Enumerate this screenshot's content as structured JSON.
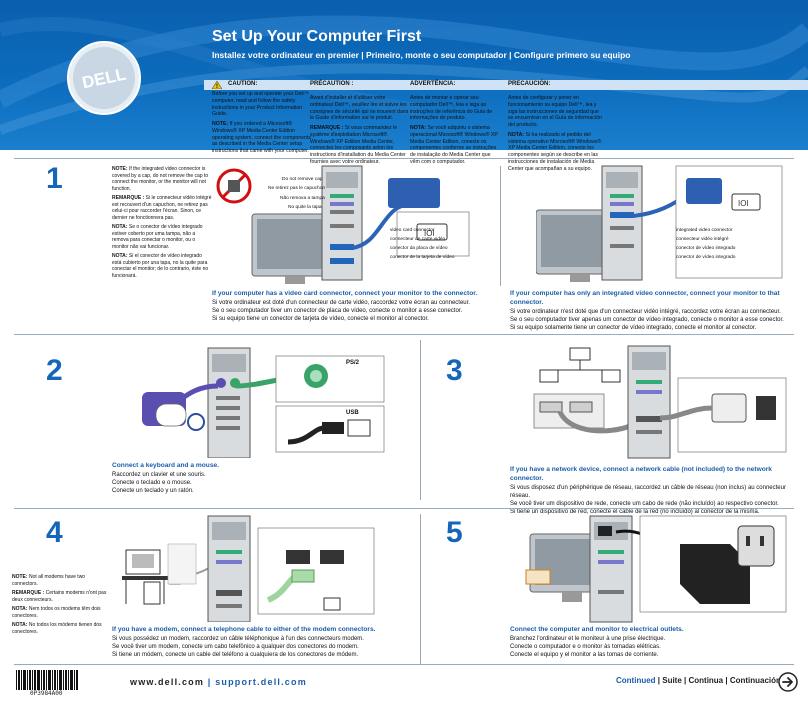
{
  "header": {
    "title": "Set Up Your Computer First",
    "subtitle": "Installez votre ordinateur en premier | Primeiro, monte o seu computador | Configure primero su equipo",
    "logo_text": "DELL"
  },
  "warnings": [
    {
      "heading": "CAUTION:",
      "body": "Before you set up and operate your Dell™ computer, read and follow the safety instructions in your Product Information Guide.",
      "note_label": "NOTE:",
      "note": "If you ordered a Microsoft® Windows® XP Media Center Edition operating system, connect the components as described in the Media Center setup instructions that came with your computer."
    },
    {
      "heading": "PRÉCAUTION :",
      "body": "Avant d'installer et d'utiliser votre ordinateur Dell™, veuillez lire et suivre les consignes de sécurité qui se trouvent dans le Guide d'information sur le produit.",
      "note_label": "REMARQUE :",
      "note": "Si vous commandez le système d'exploitation Microsoft® Windows® XP Edition Media Center, connectez les composants selon les instructions d'installation du Media Center fournies avec votre ordinateur."
    },
    {
      "heading": "ADVERTÊNCIA:",
      "body": "Antes de montar e operar seu computador Dell™, leia e siga as instruções de referência do Guia de informações do produto.",
      "note_label": "NOTA:",
      "note": "Se você adquiriu o sistema operacional Microsoft® Windows® XP Media Center Edition, conecte os componentes conforme as instruções de instalação do Media Center que vêm com o computador."
    },
    {
      "heading": "PRECAUCIÓN:",
      "body": "Antes de configurar y poner en funcionamiento su equipo Dell™, lea y siga las instrucciones de seguridad que se encuentran en el Guía de información del producto.",
      "note_label": "NOTA:",
      "note": "Si ha realizado el pedido del sistema operativo Microsoft® Windows® XP Media Center Edition, conecte los componentes según se describe en las instrucciones de instalación de Media Center que acompañan a su equipo."
    }
  ],
  "step1": {
    "number": "1",
    "notes": [
      {
        "label": "NOTE:",
        "text": "If the integrated video connector is covered by a cap, do not remove the cap to connect the monitor, or the monitor will not function."
      },
      {
        "label": "REMARQUE :",
        "text": "Si le connecteur vidéo intégré est recouvert d'un capuchon, ne retirez pas celui-ci pour raccorder l'écran. Sinon, ce dernier ne fonctionnera pas."
      },
      {
        "label": "NOTA:",
        "text": "Se o conector de vídeo integrado estiver coberto por uma tampa, não a remova para conectar o monitor, ou o monitor não vai funcionar."
      },
      {
        "label": "NOTA:",
        "text": "Si el conector de vídeo integrado está cubierto por una tapa, no la quite para conectar el monitor; de lo contrario, éste no funcionará."
      }
    ],
    "cap_labels": [
      "Do not remove cap",
      "Ne retirez pas le capuchon",
      "Não remova a tampa",
      "No quite la tapa"
    ],
    "card_labels": [
      "video card connector",
      "connecteur de carte vidéo",
      "conector da placa de vídeo",
      "conector de la tarjeta de vídeo"
    ],
    "integrated_labels": [
      "integrated video connector",
      "connecteur vidéo intégré",
      "conector de vídeo integrado",
      "conector de vídeo integrado"
    ],
    "caption_left": {
      "lead": "If your computer has a video card connector, connect your monitor to the connector.",
      "lines": [
        "Si votre ordinateur est doté d'un connecteur de carte vidéo, raccordez votre écran au connecteur.",
        "Se o seu computador tiver um conector de placa de vídeo, conecte o monitor a esse conector.",
        "Si su equipo tiene un conector de tarjeta de vídeo, conecte el monitor al conector."
      ]
    },
    "caption_right": {
      "lead": "If your computer has only an integrated video connector, connect your monitor to that connector.",
      "lines": [
        "Si votre ordinateur n'est doté que d'un connecteur vidéo intégré, raccordez votre écran au connecteur.",
        "Se o seu computador tiver apenas um conector de vídeo integrado, conecte o monitor a esse conector.",
        "Si su equipo solamente tiene un conector de vídeo integrado, conecte el monitor al conector."
      ]
    }
  },
  "step2": {
    "number": "2",
    "ps2_label": "PS/2",
    "usb_label": "USB",
    "caption": {
      "lead": "Connect a keyboard and a mouse.",
      "lines": [
        "Raccordez un clavier et une souris.",
        "Conecte o teclado e o mouse.",
        "Conecte un teclado y un ratón."
      ]
    }
  },
  "step3": {
    "number": "3",
    "caption": {
      "lead": "If you have a network device, connect a network cable (not included) to the network connector.",
      "lines": [
        "Si vous disposez d'un périphérique de réseau, raccordez un câble de réseau (non inclus) au connecteur réseau.",
        "Se você tiver um dispositivo de rede, conecte um cabo de rede (não incluído) ao respectivo conector.",
        "Si tiene un dispositivo de red, conecte el cable de la red (no incluido) al conector de la misma."
      ]
    }
  },
  "step4": {
    "number": "4",
    "notes": [
      {
        "label": "NOTE:",
        "text": "Not all modems have two connectors."
      },
      {
        "label": "REMARQUE :",
        "text": "Certains modems n'ont pas deux connecteurs."
      },
      {
        "label": "NOTA:",
        "text": "Nem todos os modems têm dois conectores."
      },
      {
        "label": "NOTA:",
        "text": "No todos los módems tienen dos conectores."
      }
    ],
    "caption": {
      "lead": "If you have a modem, connect a telephone cable to either of the modem connectors.",
      "lines": [
        "Si vous possédez un modem, raccordez un câble téléphonique à l'un des connecteurs modem.",
        "Se você tiver um modem, conecte um cabo telefônico a qualquer dos conectores do modem.",
        "Si tiene un módem, conecte un cable del teléfono a cualquiera de los conectores de módem."
      ]
    }
  },
  "step5": {
    "number": "5",
    "caption": {
      "lead": "Connect the computer and monitor to electrical outlets.",
      "lines": [
        "Branchez l'ordinateur et le moniteur à une prise électrique.",
        "Conecte o computador e o monitor às tomadas elétricas.",
        "Conecte el equipo y el monitor a las tomas de corriente."
      ]
    }
  },
  "footer": {
    "url_left": "www.dell.com",
    "separator": "|",
    "url_right": "support.dell.com",
    "barcode_text": "0P3984A00",
    "continued_lead": "Continued",
    "continued_rest": " | Suite | Continua | Continuación"
  },
  "colors": {
    "accent": "#1565b8",
    "header_blue": "#0d6cbd",
    "mouse_purple": "#5a4fb0",
    "keyboard_green": "#3aa36a"
  }
}
